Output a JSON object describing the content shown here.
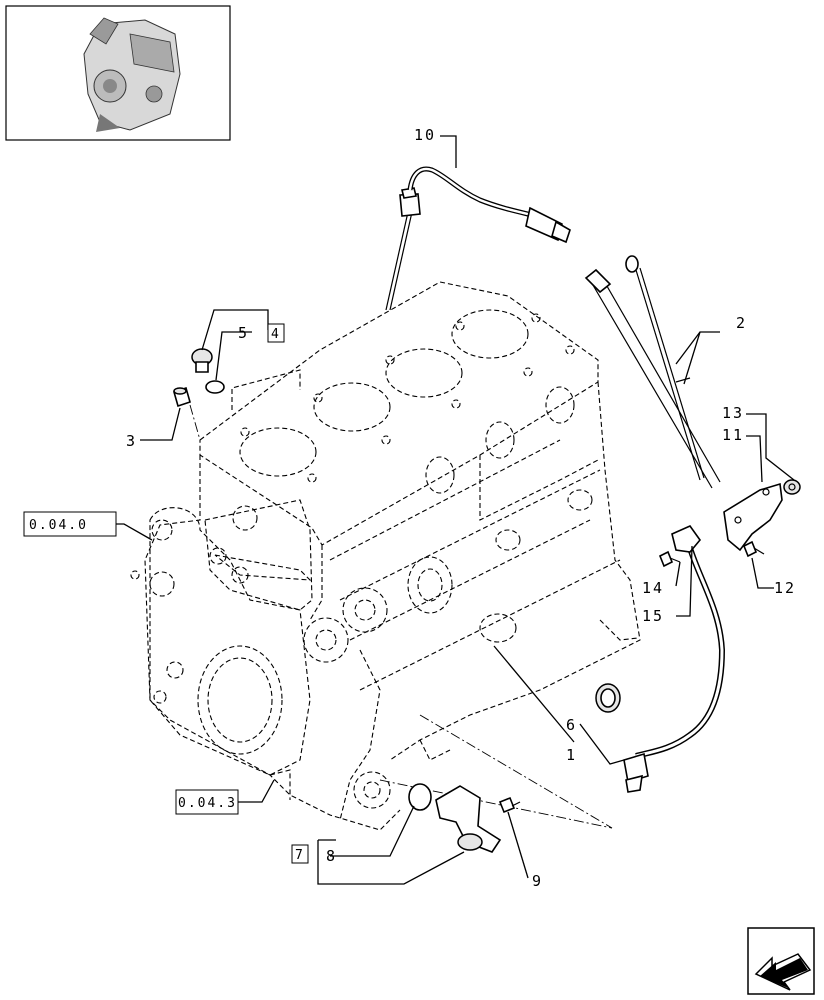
{
  "callouts": {
    "c1": "1",
    "c2": "2",
    "c3": "3",
    "c5": "5",
    "c6": "6",
    "c8": "8",
    "c9": "9",
    "c10": "10",
    "c11": "11",
    "c12": "12",
    "c13": "13",
    "c14": "14",
    "c15": "15"
  },
  "references": {
    "r4": "4",
    "r7": "7",
    "r0404": "0.04.0",
    "r0403": "0.04.3"
  },
  "icons": {
    "thumbnail": "engine-thumbnail-icon",
    "nav": "next-page-arrow-icon"
  }
}
